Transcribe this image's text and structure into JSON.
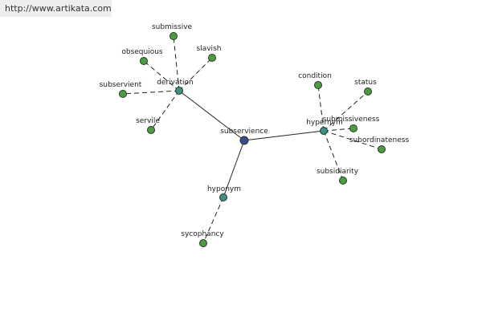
{
  "watermark": "http://www.artikata.com",
  "colors": {
    "center": "#3d4a8f",
    "relation": "#3f8f86",
    "leaf": "#4f9a45"
  },
  "nodes": [
    {
      "id": "subservience",
      "label": "subservience",
      "kind": "center"
    },
    {
      "id": "derivation",
      "label": "derivation",
      "kind": "relation"
    },
    {
      "id": "hypernym",
      "label": "hypernym",
      "kind": "relation"
    },
    {
      "id": "hyponym",
      "label": "hyponym",
      "kind": "relation"
    },
    {
      "id": "submissive",
      "label": "submissive",
      "kind": "leaf"
    },
    {
      "id": "obsequious",
      "label": "obsequious",
      "kind": "leaf"
    },
    {
      "id": "slavish",
      "label": "slavish",
      "kind": "leaf"
    },
    {
      "id": "subservient",
      "label": "subservient",
      "kind": "leaf"
    },
    {
      "id": "servile",
      "label": "servile",
      "kind": "leaf"
    },
    {
      "id": "condition",
      "label": "condition",
      "kind": "leaf"
    },
    {
      "id": "status",
      "label": "status",
      "kind": "leaf"
    },
    {
      "id": "submissiveness",
      "label": "submissiveness",
      "kind": "leaf"
    },
    {
      "id": "subordinateness",
      "label": "subordinateness",
      "kind": "leaf"
    },
    {
      "id": "subsidiarity",
      "label": "subsidiarity",
      "kind": "leaf"
    },
    {
      "id": "sycophancy",
      "label": "sycophancy",
      "kind": "leaf"
    }
  ],
  "edges": [
    {
      "from": "subservience",
      "to": "derivation",
      "style": "solid"
    },
    {
      "from": "subservience",
      "to": "hypernym",
      "style": "solid"
    },
    {
      "from": "subservience",
      "to": "hyponym",
      "style": "solid"
    },
    {
      "from": "derivation",
      "to": "submissive",
      "style": "dashed"
    },
    {
      "from": "derivation",
      "to": "obsequious",
      "style": "dashed"
    },
    {
      "from": "derivation",
      "to": "slavish",
      "style": "dashed"
    },
    {
      "from": "derivation",
      "to": "subservient",
      "style": "dashed"
    },
    {
      "from": "derivation",
      "to": "servile",
      "style": "dashed"
    },
    {
      "from": "hypernym",
      "to": "condition",
      "style": "dashed"
    },
    {
      "from": "hypernym",
      "to": "status",
      "style": "dashed"
    },
    {
      "from": "hypernym",
      "to": "submissiveness",
      "style": "dashed"
    },
    {
      "from": "hypernym",
      "to": "subordinateness",
      "style": "dashed"
    },
    {
      "from": "hypernym",
      "to": "subsidiarity",
      "style": "dashed"
    },
    {
      "from": "hyponym",
      "to": "sycophancy",
      "style": "dashed"
    }
  ]
}
